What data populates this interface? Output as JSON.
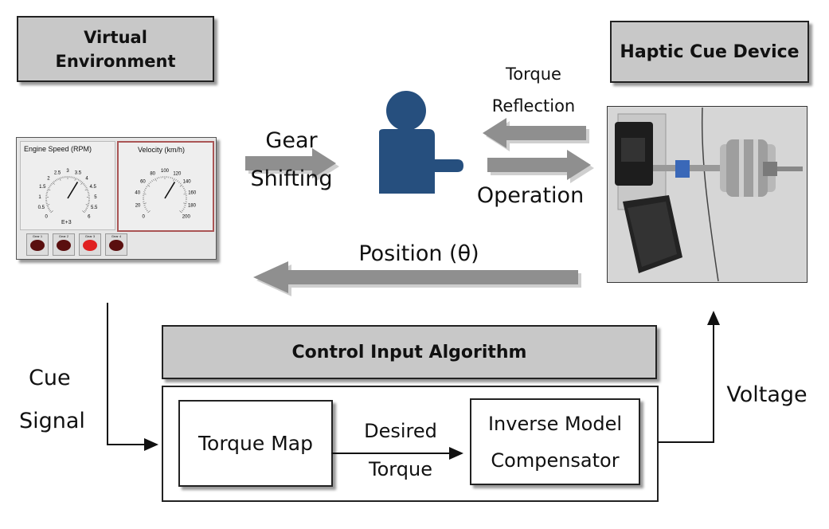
{
  "boxes": {
    "virtual_env": [
      "Virtual",
      "Environment"
    ],
    "haptic": "Haptic Cue Device",
    "control": "Control Input Algorithm",
    "torque_map": "Torque Map",
    "inverse_model": [
      "Inverse Model",
      "Compensator"
    ]
  },
  "labels": {
    "gear": [
      "Gear",
      "Shifting"
    ],
    "torque_reflection": [
      "Torque",
      "Reflection"
    ],
    "operation": "Operation",
    "position": "Position (θ)",
    "cue_signal": [
      "Cue",
      "Signal"
    ],
    "voltage": "Voltage",
    "desired_torque": [
      "Desired",
      "Torque"
    ]
  },
  "dashboard": {
    "engine_speed": "Engine Speed (RPM)",
    "velocity": "Velocity (km/h)",
    "rpm_ticks": [
      "0",
      "0.5",
      "1",
      "1.5",
      "2",
      "2.5",
      "3",
      "3.5",
      "4",
      "4.5",
      "5",
      "5.5",
      "6"
    ],
    "rpm_unit": "E+3",
    "vel_ticks": [
      "0",
      "20",
      "40",
      "60",
      "80",
      "100",
      "120",
      "140",
      "160",
      "180",
      "200"
    ],
    "gears": [
      "Gear 1",
      "Gear 2",
      "Gear 3",
      "Gear 4"
    ]
  },
  "colors": {
    "header_fill": "#c8c8c8",
    "arrow_gray": "#8f8f8f",
    "person_blue": "#264f7e",
    "gear_active": "#e02020",
    "gear_inactive": "#5a0f0f"
  },
  "icons": {
    "person": "user-icon"
  }
}
